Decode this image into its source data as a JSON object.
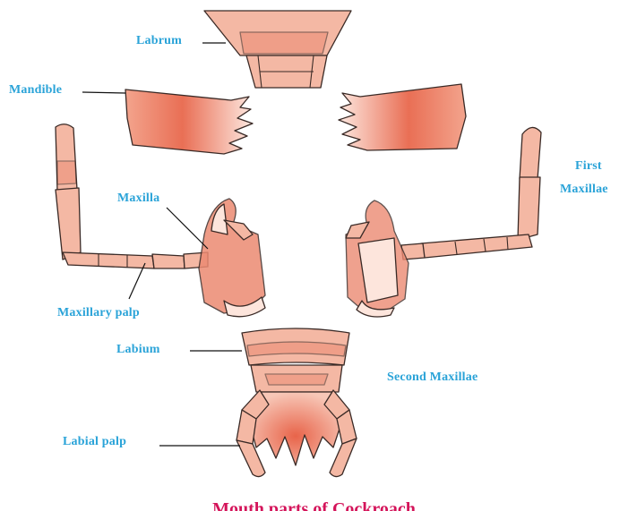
{
  "labels": {
    "labrum": "Labrum",
    "mandible": "Mandible",
    "maxilla": "Maxilla",
    "first_maxillae": "First\nMaxillae",
    "first_maxillae_line1": "First",
    "first_maxillae_line2": "Maxillae",
    "maxillary_palp": "Maxillary palp",
    "labium": "Labium",
    "second_maxillae": "Second Maxillae",
    "labial_palp": "Labial palp"
  },
  "caption": "Mouth parts of Cockroach",
  "colors": {
    "label": "#2aa3d8",
    "caption": "#d4145a",
    "part_fill": "#f4b8a4",
    "part_dark": "#ec8a72",
    "outline": "#3a2a26"
  }
}
